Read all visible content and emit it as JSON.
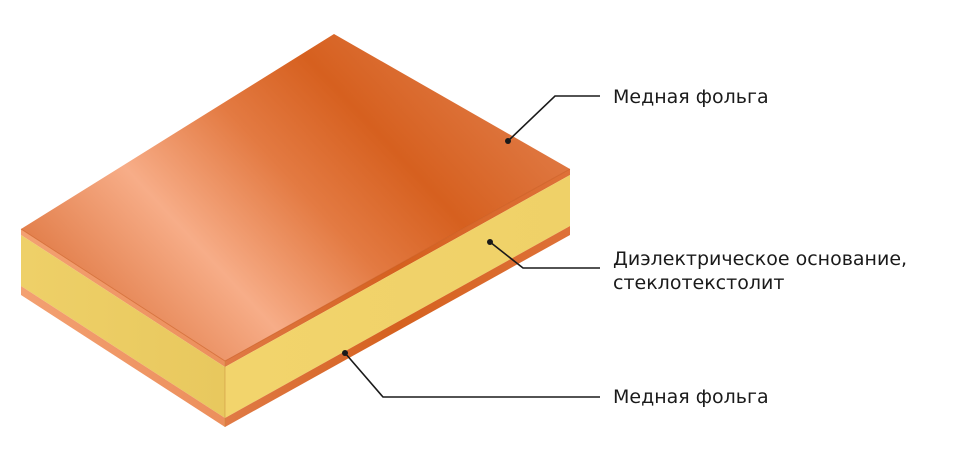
{
  "diagram": {
    "layers": [
      {
        "id": "top-copper",
        "material": "copper",
        "color": "#d9652a"
      },
      {
        "id": "dielectric",
        "material": "fiberglass",
        "color": "#efd168"
      },
      {
        "id": "bottom-copper",
        "material": "copper",
        "color": "#d9652a"
      }
    ],
    "callouts": {
      "top": {
        "lines": [
          "Медная фольга"
        ]
      },
      "middle": {
        "lines": [
          "Диэлектрическое основание,",
          "стеклотекстолит"
        ]
      },
      "bottom": {
        "lines": [
          "Медная фольга"
        ]
      }
    }
  }
}
